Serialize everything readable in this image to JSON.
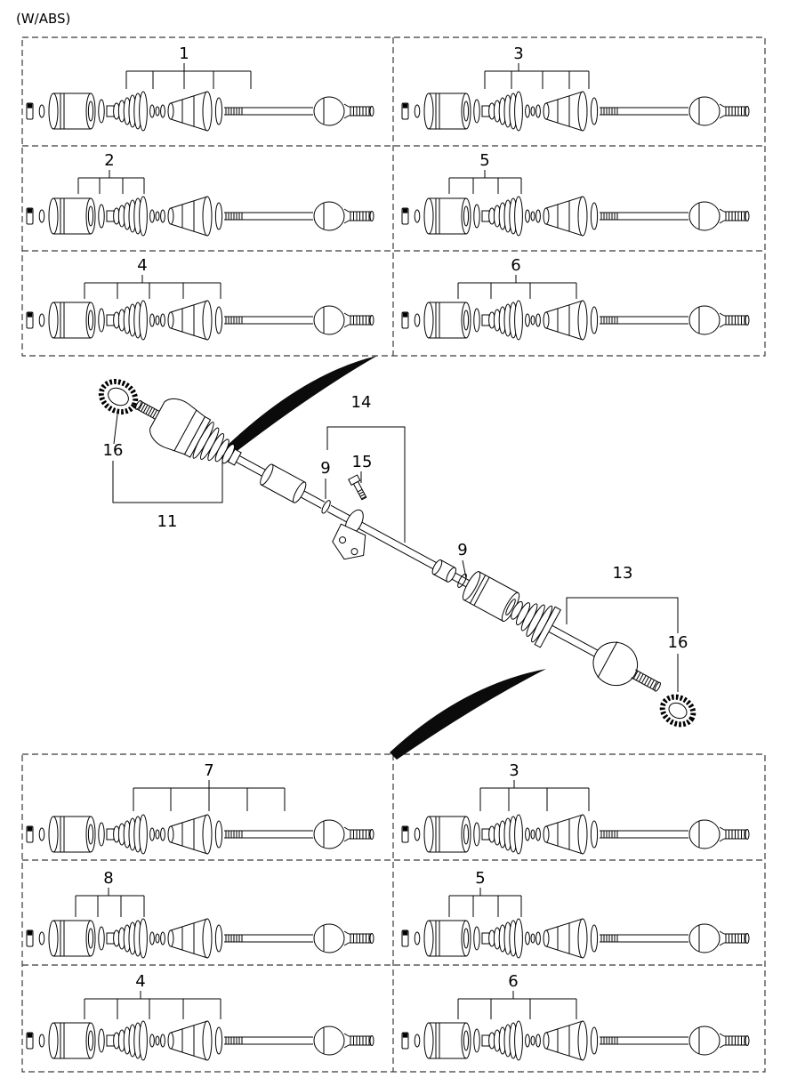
{
  "title": "(W/ABS)",
  "top_grid": {
    "cells": [
      {
        "label": "1"
      },
      {
        "label": "3"
      },
      {
        "label": "2"
      },
      {
        "label": "5"
      },
      {
        "label": "4"
      },
      {
        "label": "6"
      }
    ]
  },
  "bottom_grid": {
    "cells": [
      {
        "label": "7"
      },
      {
        "label": "3"
      },
      {
        "label": "8"
      },
      {
        "label": "5"
      },
      {
        "label": "4"
      },
      {
        "label": "6"
      }
    ]
  },
  "center_assembly": {
    "callouts": {
      "left_tone_ring": "16",
      "left_shaft_assembly": "11",
      "snap_ring": "9",
      "bolt": "15",
      "support_bracket": "14",
      "washer": "9",
      "right_shaft_assembly": "13",
      "right_tone_ring": "16"
    }
  },
  "colors": {
    "line": "#000000",
    "background": "#ffffff"
  }
}
